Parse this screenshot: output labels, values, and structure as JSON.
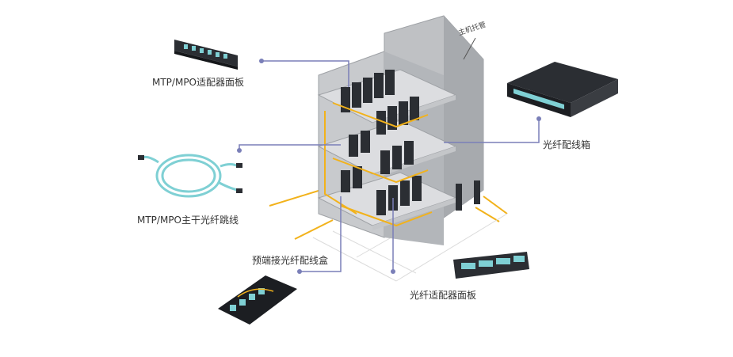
{
  "labels": {
    "mtp_mpo_adapter_panel": "MTP/MPO适配器面板",
    "mtp_mpo_trunk_cable": "MTP/MPO主干光纤跳线",
    "preterminated_box": "预端接光纤配线盒",
    "fiber_adapter_panel": "光纤适配器面板",
    "fiber_distribution_box": "光纤配线箱",
    "main_riser": "主机托管"
  },
  "colors": {
    "connector_line": "#7a7fb8",
    "building_wall": "#bfc1c4",
    "building_dark": "#9ea1a5",
    "floor_slab": "#d9dadc",
    "cable_tray": "#f2b21b",
    "rack": "#2b2e33",
    "fiber_aqua": "#7fd0d4"
  }
}
